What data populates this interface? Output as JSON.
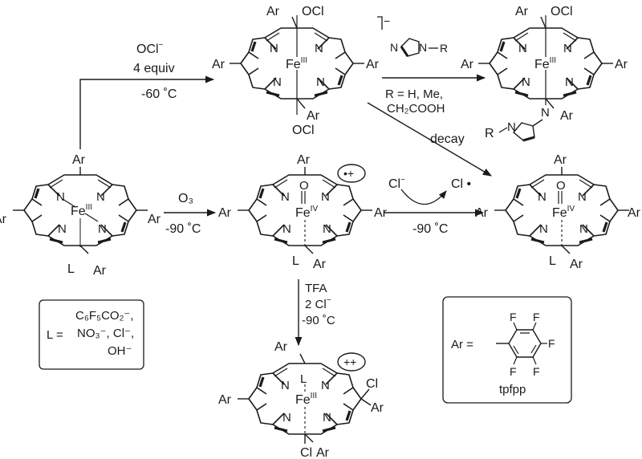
{
  "reactions": {
    "hypochlorite": {
      "reagent": "OCl",
      "charge": "−",
      "equiv": "4 equiv",
      "temp": "-60 ˚C"
    },
    "imidazole": {
      "conditions": "R = H, Me,",
      "cooh": "CH₂COOH"
    },
    "decay": "decay",
    "ozone": {
      "reagent": "O₃",
      "temp": "-90 ˚C"
    },
    "chloride": {
      "reagent": "Cl",
      "charge": "−",
      "temp": "-90 ˚C",
      "product": "Cl •"
    },
    "tfa": {
      "acid": "TFA",
      "chloride": "2 Cl",
      "charge": "−",
      "temp": "-90 ˚C"
    }
  },
  "labels": {
    "ar": "Ar",
    "fe": "Fe",
    "n": "N",
    "l": "L",
    "o": "O",
    "ocl": "OCl",
    "cl": "Cl",
    "r": "R",
    "complex_charge": "−",
    "radical_cation": "•+",
    "dication": "++"
  },
  "oxidation_states": {
    "iii": "III",
    "iv": "IV"
  },
  "legend_l": {
    "lhs": "L =",
    "line1": "C₆F₅CO₂⁻,",
    "line2": "NO₃⁻, Cl⁻,",
    "line3": "OH⁻"
  },
  "legend_ar": {
    "lhs": "Ar =",
    "f": "F",
    "name": "tpfpp"
  }
}
